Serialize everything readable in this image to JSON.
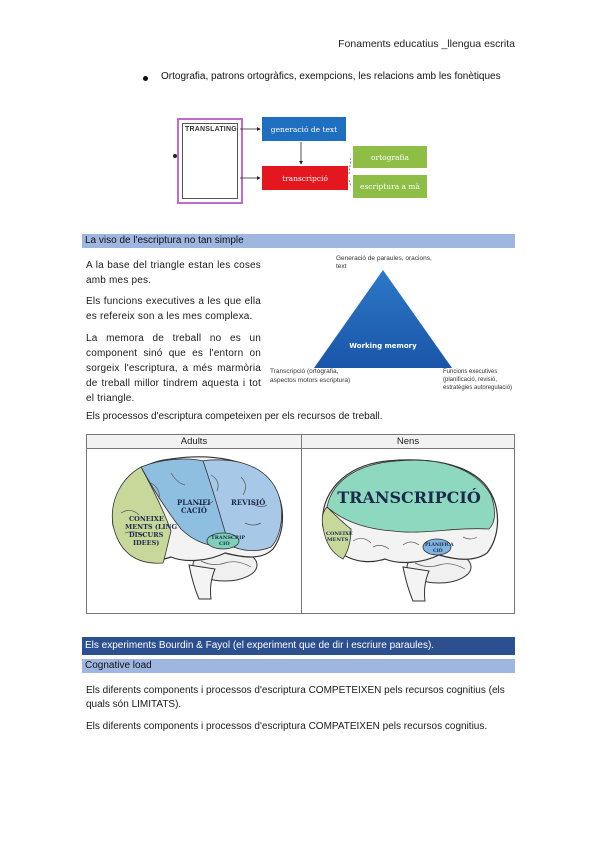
{
  "header": {
    "title": "Fonaments educatius _llengua escrita"
  },
  "bullet": {
    "text": "Ortografia, patrons ortogràfics, exempcions, les relacions amb les fonètiques"
  },
  "diagram": {
    "translating": "TRANSLATING",
    "generacio": "generació de text",
    "transcripcio": "transcripció",
    "ortografia": "ortografia",
    "escriptura": "escriptura a mà",
    "colors": {
      "border": "#c36bc9",
      "blue": "#1f6fc0",
      "red": "#e4161e",
      "green": "#8ebe45"
    }
  },
  "section1": {
    "title": "La viso de l'escriptura no tan simple"
  },
  "paragraphs": {
    "p1": "A la base del triangle estan les coses amb mes pes.",
    "p2": "Els funcions executives a les que ella es refereix son a les mes complexa.",
    "p3": "La memora de treball no es un component sinó que es l'entorn on sorgeix l'escriptura, a més marmòria de treball millor tindrem aquesta i tot el triangle.",
    "p4": "Els processos d'escriptura competeixen per els recursos de treball."
  },
  "triangle": {
    "top": "Generació de paraules, oracions, text",
    "center": "Working memory",
    "bottom_left": "Transcripció (ortografia, aspectos motors escriptura)",
    "bottom_right": "Funcions executives (planificació, revisió, estratègies autoregulació)"
  },
  "table": {
    "headers": [
      "Adults",
      "Nens"
    ],
    "adults_labels": {
      "coneixement": "CONEIXE MENTS (LING DISCURS IDEES)",
      "planificacio": "PLANIFI CACIÓ",
      "revisio": "REVISIÓ",
      "transcripcio": "TRANSCRIP CIÓ"
    },
    "nens_labels": {
      "transcripcio": "TRANSCRIPCIÓ",
      "coneixement": "CONEIXE MENTS",
      "planificacio": "PLANIFICA CIÓ"
    }
  },
  "section2": {
    "title": "Els experiments Bourdin & Fayol (el experiment que de dir i escriure paraules)."
  },
  "section3": {
    "title": "Cognative load"
  },
  "final": {
    "p1a": "Els diferents components i processos d'escriptura COMPETEIXEN pels recursos cognitius (els",
    "p1b": "quals són LIMITATS).",
    "p2": "Els diferents components i processos d'escriptura COMPATEIXEN pels recursos cognitius."
  }
}
